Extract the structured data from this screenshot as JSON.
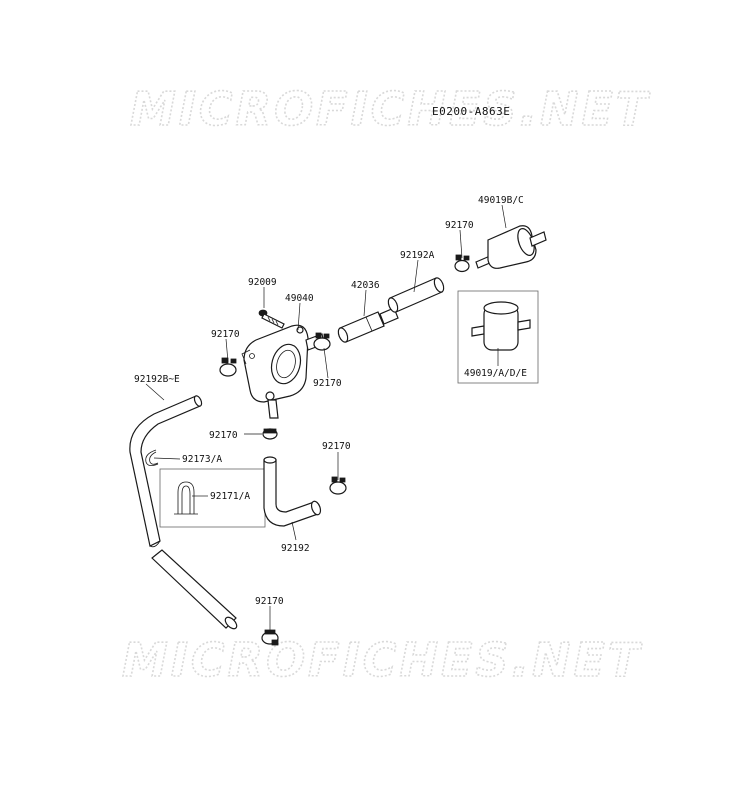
{
  "watermark": {
    "text": "MICROFICHES.NET"
  },
  "diagram_code": "E0200-A863E",
  "callouts": {
    "c_49019BC": "49019B/C",
    "c_92170_a": "92170",
    "c_92192A": "92192A",
    "c_42036": "42036",
    "c_92009": "92009",
    "c_49040": "49040",
    "c_92170_b": "92170",
    "c_92170_c": "92170",
    "c_49019ADE": "49019/A/D/E",
    "c_92192BE": "92192B~E",
    "c_92170_d": "92170",
    "c_92173A": "92173/A",
    "c_92170_e": "92170",
    "c_92171A": "92171/A",
    "c_92192": "92192",
    "c_92170_f": "92170"
  }
}
